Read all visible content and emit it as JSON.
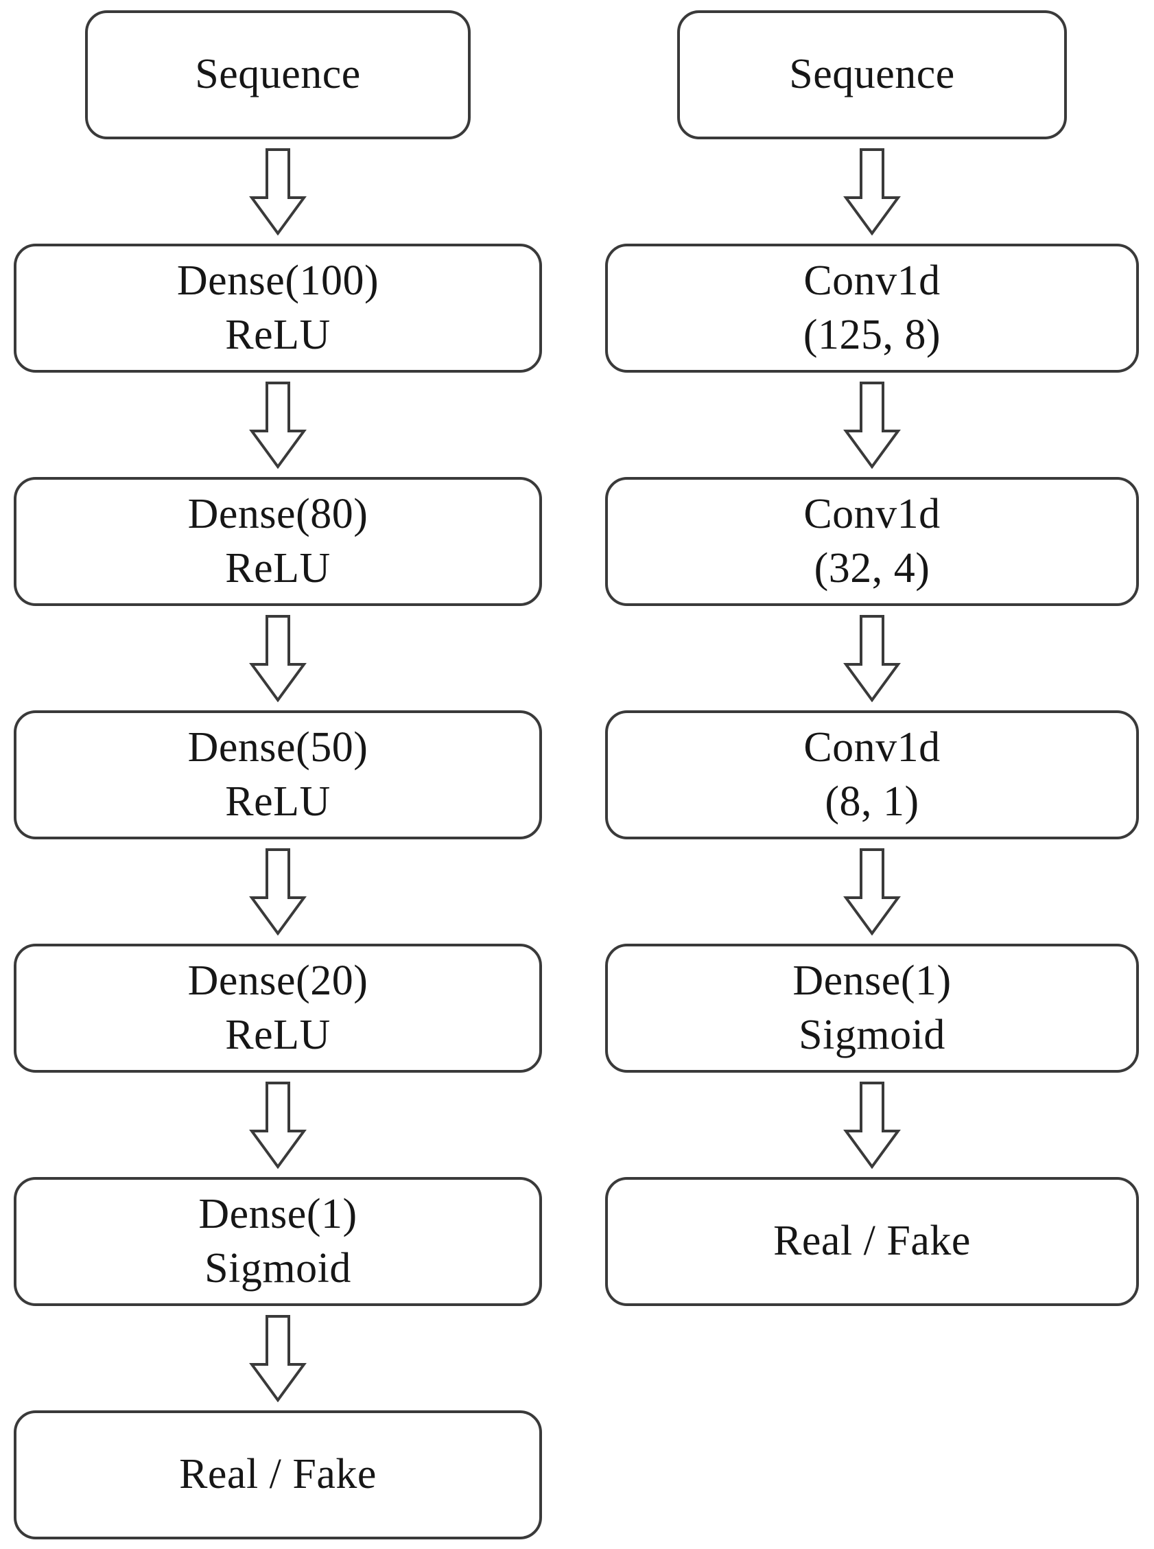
{
  "diagram": {
    "background_color": "#ffffff",
    "box_border_color": "#3a3a3a",
    "text_color": "#161616",
    "arrow_icon": "down-arrow",
    "columns": [
      {
        "name": "dense-network-flow",
        "nodes": [
          {
            "lines": [
              "Sequence"
            ],
            "narrow": true
          },
          {
            "lines": [
              "Dense(100)",
              "ReLU"
            ]
          },
          {
            "lines": [
              "Dense(80)",
              "ReLU"
            ]
          },
          {
            "lines": [
              "Dense(50)",
              "ReLU"
            ]
          },
          {
            "lines": [
              "Dense(20)",
              "ReLU"
            ]
          },
          {
            "lines": [
              "Dense(1)",
              "Sigmoid"
            ]
          },
          {
            "lines": [
              "Real / Fake"
            ]
          }
        ]
      },
      {
        "name": "conv-network-flow",
        "nodes": [
          {
            "lines": [
              "Sequence"
            ],
            "narrow": true
          },
          {
            "lines": [
              "Conv1d",
              "(125, 8)"
            ]
          },
          {
            "lines": [
              "Conv1d",
              "(32, 4)"
            ]
          },
          {
            "lines": [
              "Conv1d",
              "(8, 1)"
            ]
          },
          {
            "lines": [
              "Dense(1)",
              "Sigmoid"
            ]
          },
          {
            "lines": [
              "Real / Fake"
            ]
          }
        ]
      }
    ]
  }
}
